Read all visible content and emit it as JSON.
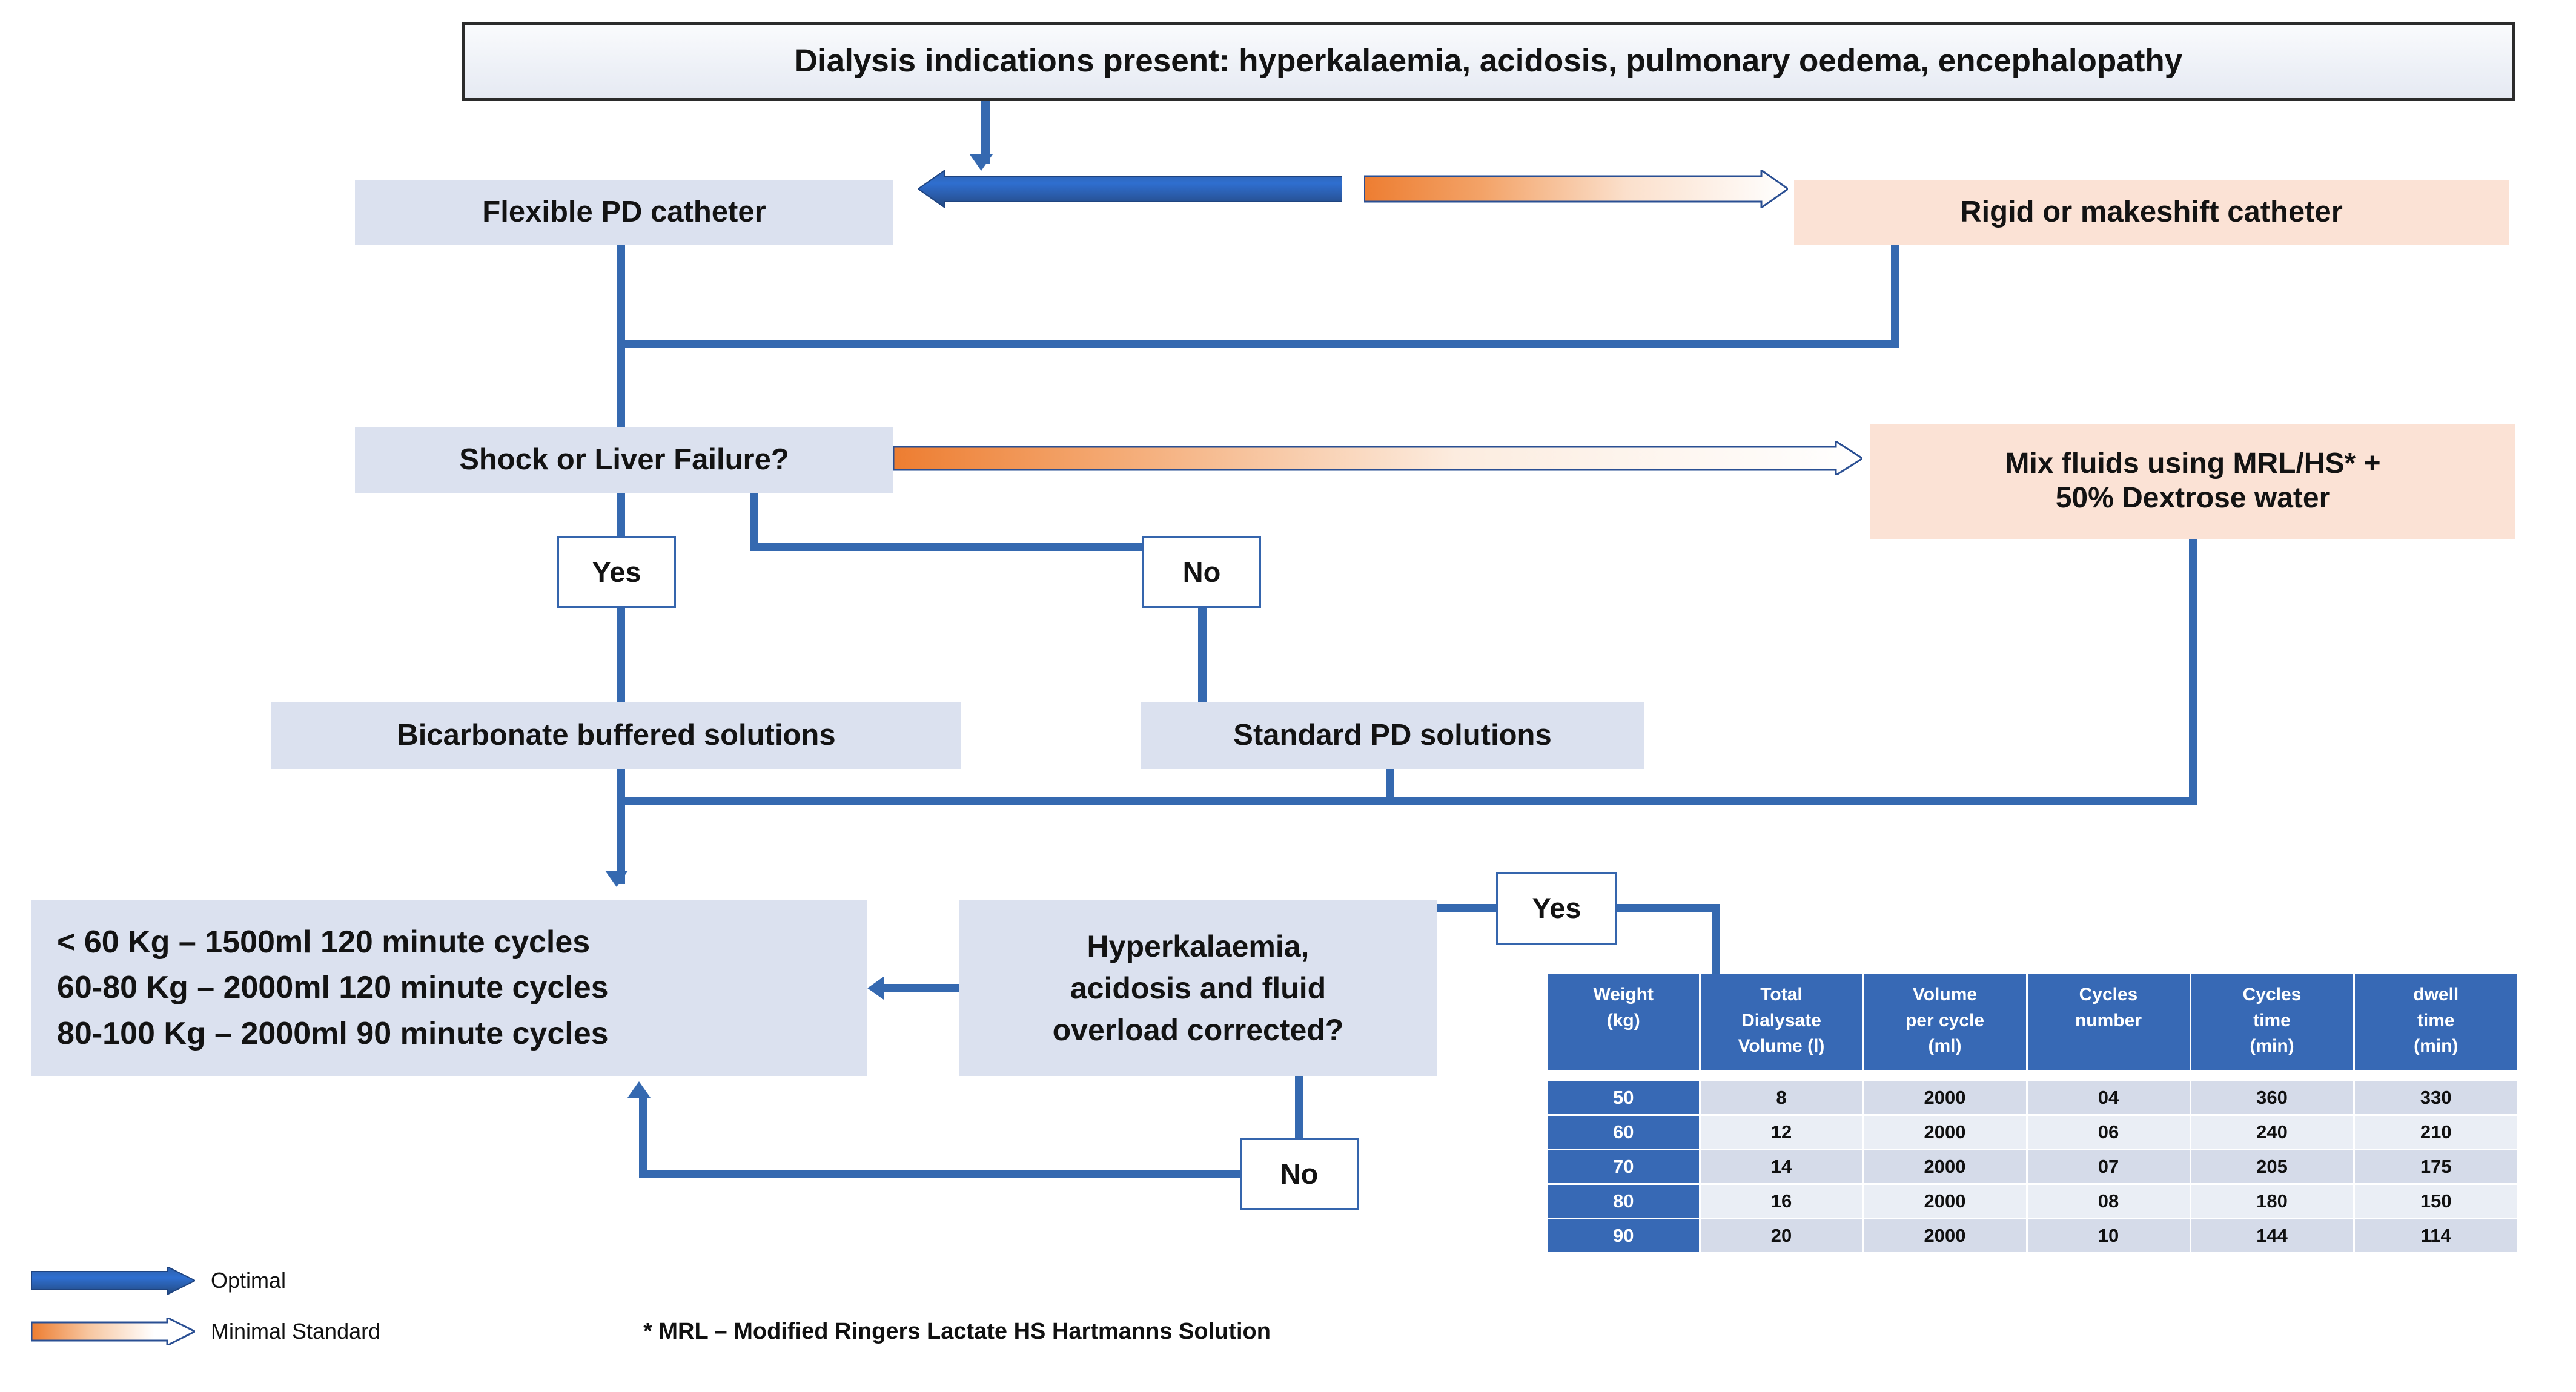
{
  "title": "Acute peritoneal dialysis prescription flowchart",
  "nodes": {
    "indications": "Dialysis indications present: hyperkalaemia, acidosis, pulmonary oedema, encephalopathy",
    "flexible_catheter": "Flexible PD catheter",
    "rigid_catheter": "Rigid or makeshift catheter",
    "shock_liver": "Shock or Liver Failure?",
    "mix_fluids_line1": "Mix fluids using MRL/HS* +",
    "mix_fluids_line2": "50% Dextrose water",
    "bicarbonate": "Bicarbonate buffered solutions",
    "standard_pd": "Standard PD solutions",
    "dose_line1": "< 60 Kg – 1500ml 120 minute cycles",
    "dose_line2": "60-80 Kg – 2000ml 120 minute cycles",
    "dose_line3": "80-100 Kg – 2000ml 90 minute cycles",
    "corrected_line1": "Hyperkalaemia,",
    "corrected_line2": "acidosis and fluid",
    "corrected_line3": "overload corrected?",
    "yes_top": "Yes",
    "no_top": "No",
    "yes_bottom": "Yes",
    "no_bottom": "No"
  },
  "legend": {
    "optimal": "Optimal",
    "minimal_standard": "Minimal Standard"
  },
  "footnote": "* MRL – Modified Ringers Lactate HS Hartmanns Solution",
  "table": {
    "headers": [
      "Weight\n(kg)",
      "Total\nDialysate\nVolume (l)",
      "Volume\nper cycle\n(ml)",
      "Cycles\nnumber",
      "Cycles\ntime\n(min)",
      "dwell\ntime\n(min)"
    ],
    "header_lines": [
      [
        "Weight",
        "(kg)"
      ],
      [
        "Total",
        "Dialysate",
        "Volume (l)"
      ],
      [
        "Volume",
        "per cycle",
        "(ml)"
      ],
      [
        "Cycles",
        "number"
      ],
      [
        "Cycles",
        "time",
        "(min)"
      ],
      [
        "dwell",
        "time",
        "(min)"
      ]
    ],
    "rows": [
      [
        "50",
        "8",
        "2000",
        "04",
        "360",
        "330"
      ],
      [
        "60",
        "12",
        "2000",
        "06",
        "240",
        "210"
      ],
      [
        "70",
        "14",
        "2000",
        "07",
        "205",
        "175"
      ],
      [
        "80",
        "16",
        "2000",
        "08",
        "180",
        "150"
      ],
      [
        "90",
        "20",
        "2000",
        "10",
        "144",
        "114"
      ]
    ]
  },
  "colors": {
    "connector_blue": "#3569b0",
    "node_blue": "#dbe1ef",
    "node_peach": "#fbe2d5",
    "table_header": "#3769b5",
    "minimal_orange": "#ed7d31"
  }
}
